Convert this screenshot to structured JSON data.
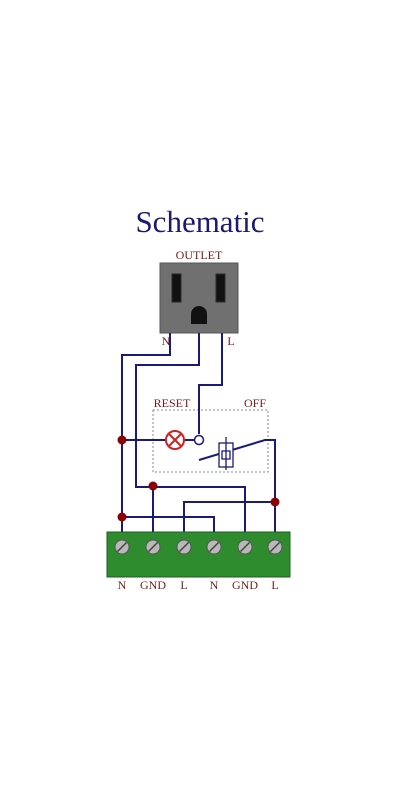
{
  "title": "Schematic",
  "outlet": {
    "label": "OUTLET",
    "neutral_label": "N",
    "line_label": "L"
  },
  "switch_box": {
    "reset_label": "RESET",
    "off_label": "OFF"
  },
  "terminals": [
    {
      "label": "N"
    },
    {
      "label": "GND"
    },
    {
      "label": "L"
    },
    {
      "label": "N"
    },
    {
      "label": "GND"
    },
    {
      "label": "L"
    }
  ],
  "colors": {
    "title": "#1a1a6e",
    "label": "#7a1a1a",
    "wire": "#1a1a7a",
    "junction": "#8b0000",
    "outlet_body": "#707070",
    "terminal_block": "#2e8b2e",
    "lamp": "#cc2222",
    "switch_box": "#8080c0"
  }
}
